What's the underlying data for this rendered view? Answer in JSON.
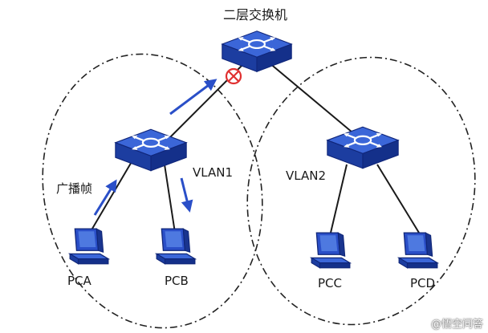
{
  "title": "二层交换机",
  "broadcast_label": "广播帧",
  "vlans": [
    {
      "name": "VLAN1"
    },
    {
      "name": "VLAN2"
    }
  ],
  "pcs": [
    {
      "label": "PCA"
    },
    {
      "label": "PCB"
    },
    {
      "label": "PCC"
    },
    {
      "label": "PCD"
    }
  ],
  "watermark": "@悟空问答",
  "colors": {
    "device": "#1c3da0",
    "device_top": "#3b66d8",
    "link": "#1a1a1a",
    "arrow": "#2a4fc8",
    "blocked": "#e03030",
    "boundary": "#222222"
  },
  "icons": [
    "switch-icon",
    "pc-icon",
    "blocked-icon",
    "arrow-icon"
  ]
}
